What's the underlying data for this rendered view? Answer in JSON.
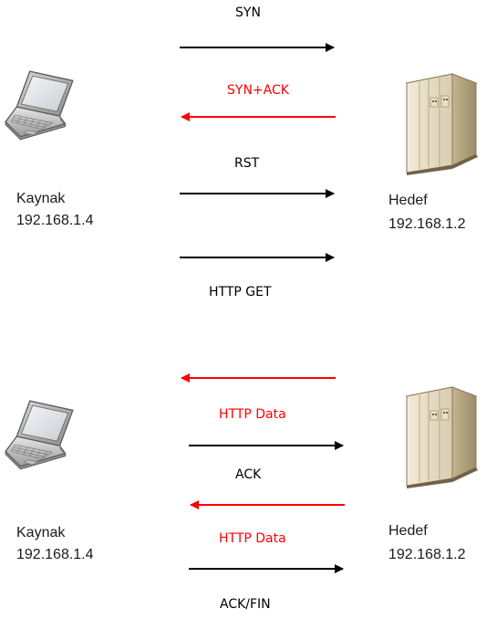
{
  "colors": {
    "request": "#000000",
    "response": "#ff0000"
  },
  "top_exchange": {
    "source": {
      "name": "Kaynak",
      "ip": "192.168.1.4",
      "icon": "laptop-icon"
    },
    "target": {
      "name": "Hedef",
      "ip": "192.168.1.2",
      "icon": "server-icon"
    },
    "messages": [
      {
        "label": "SYN",
        "direction": "source-to-target",
        "color": "#000000"
      },
      {
        "label": "SYN+ACK",
        "direction": "target-to-source",
        "color": "#ff0000"
      },
      {
        "label": "RST",
        "direction": "source-to-target",
        "color": "#000000"
      },
      {
        "label": "HTTP GET",
        "direction": "source-to-target",
        "color": "#000000"
      }
    ]
  },
  "bottom_exchange": {
    "source": {
      "name": "Kaynak",
      "ip": "192.168.1.4",
      "icon": "laptop-icon"
    },
    "target": {
      "name": "Hedef",
      "ip": "192.168.1.2",
      "icon": "server-icon"
    },
    "messages": [
      {
        "label": "HTTP Data",
        "direction": "target-to-source",
        "color": "#ff0000"
      },
      {
        "label": "ACK",
        "direction": "source-to-target",
        "color": "#000000"
      },
      {
        "label": "HTTP Data",
        "direction": "target-to-source",
        "color": "#ff0000"
      },
      {
        "label": "ACK/FIN",
        "direction": "source-to-target",
        "color": "#000000"
      }
    ]
  }
}
